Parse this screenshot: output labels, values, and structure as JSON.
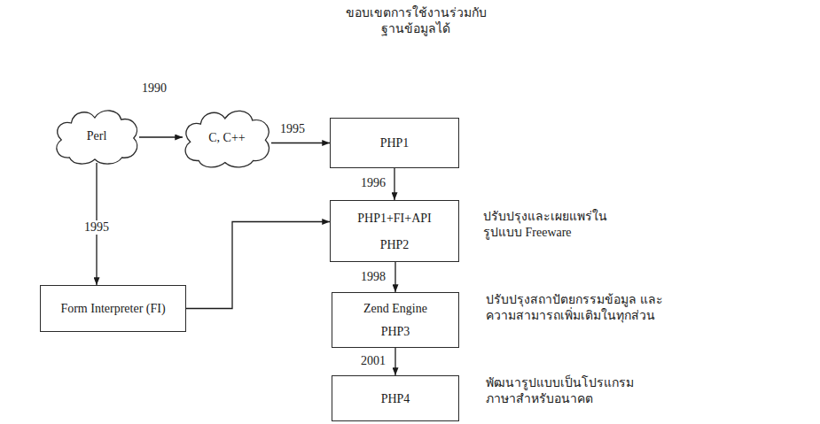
{
  "diagram": {
    "nodes": [
      {
        "text": [
          "Perl"
        ]
      },
      {
        "text": [
          "C, C++"
        ]
      },
      {
        "text": [
          "PHP1"
        ]
      },
      {
        "text": [
          "PHP1+FI+API",
          "PHP2"
        ]
      },
      {
        "text": [
          "Form Interpreter (FI)"
        ]
      },
      {
        "text": [
          "Zend Engine",
          "PHP3"
        ]
      },
      {
        "text": [
          "PHP4"
        ]
      }
    ],
    "edges": [
      {
        "from": 0,
        "to": 1,
        "arrow": "to"
      },
      {
        "from": 1,
        "to": 2,
        "label": "1995",
        "arrow": "to"
      },
      {
        "from": 0,
        "to": 4,
        "label": "1995",
        "arrow": "to"
      },
      {
        "from": 2,
        "to": 3,
        "label": "1996",
        "arrow": "to"
      },
      {
        "from": 4,
        "to": 3,
        "arrow": "to"
      },
      {
        "from": 3,
        "to": 5,
        "label": "1998",
        "arrow": "to"
      },
      {
        "from": 5,
        "to": 6,
        "label": "2001",
        "arrow": "to"
      }
    ],
    "labels": [
      "ขอบเขตการใช้งานร่วมกับ ฐานข้อมูลได้",
      "1990",
      "ปรับปรุงและเผยแพร่ใน รูปแบบ Freeware",
      "ปรับปรุงสถาปัตยกรรมข้อมูล และ ความสามารถเพิ่มเติมในทุกส่วน",
      "พัฒนารูปแบบเป็นโปรแกรม ภาษาสำหรับอนาคต"
    ]
  }
}
